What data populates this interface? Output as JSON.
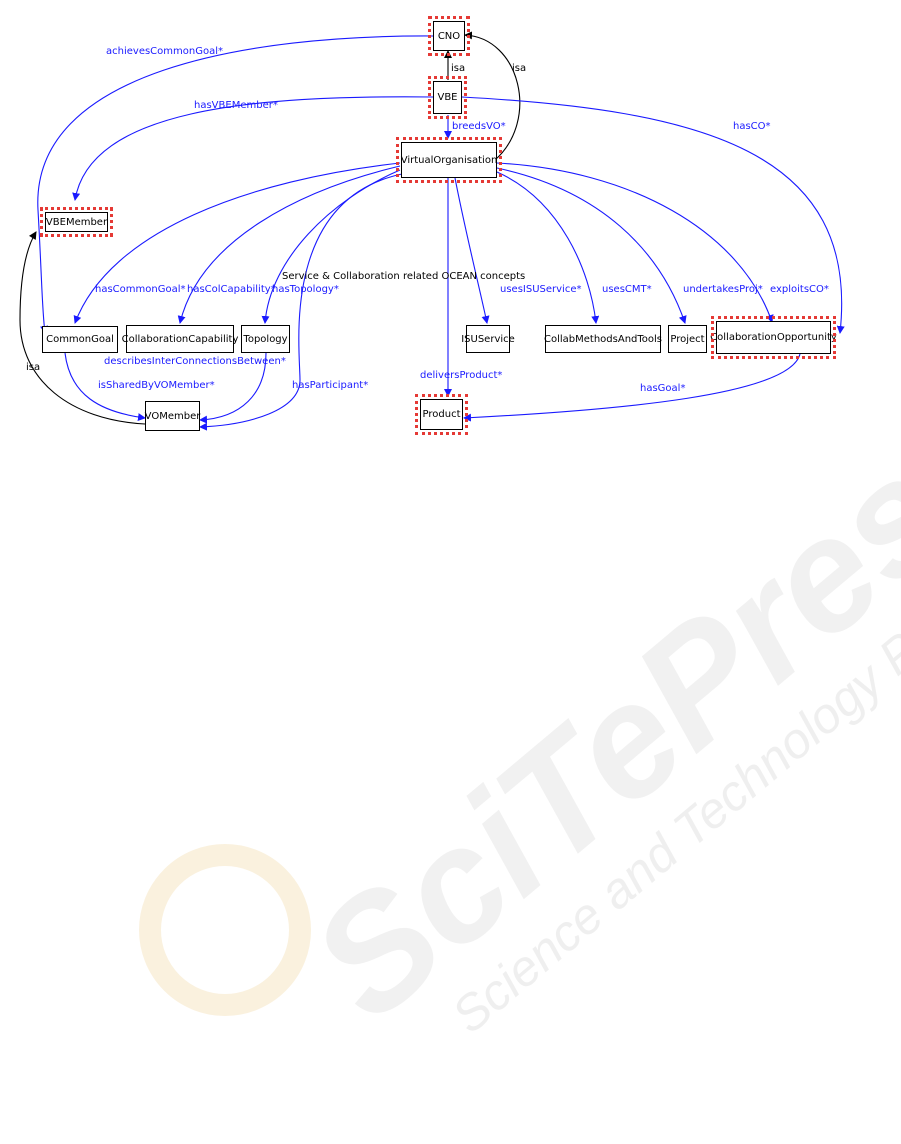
{
  "diagram": {
    "title": "Service & Collaboration related OCEAN concepts",
    "colors": {
      "edge": "#1a1aff",
      "isa_edge": "#000000",
      "highlight": "#e53935"
    },
    "nodes": [
      {
        "id": "cno",
        "label": "CNO",
        "highlighted": true
      },
      {
        "id": "vbe",
        "label": "VBE",
        "highlighted": true
      },
      {
        "id": "vo",
        "label": "VirtualOrganisation",
        "highlighted": true
      },
      {
        "id": "vbemember",
        "label": "VBEMember",
        "highlighted": true
      },
      {
        "id": "commongoal",
        "label": "CommonGoal",
        "highlighted": false
      },
      {
        "id": "collabcap",
        "label": "CollaborationCapability",
        "highlighted": false
      },
      {
        "id": "topology",
        "label": "Topology",
        "highlighted": false
      },
      {
        "id": "isuservice",
        "label": "ISUService",
        "highlighted": false
      },
      {
        "id": "cmt",
        "label": "CollabMethodsAndTools",
        "highlighted": false
      },
      {
        "id": "project",
        "label": "Project",
        "highlighted": false
      },
      {
        "id": "collabopp",
        "label": "CollaborationOpportunity",
        "highlighted": true
      },
      {
        "id": "vomember",
        "label": "VOMember",
        "highlighted": false
      },
      {
        "id": "product",
        "label": "Product",
        "highlighted": true
      }
    ],
    "edges": [
      {
        "id": "e-achieves",
        "from": "cno",
        "to": "commongoal",
        "label": "achievesCommonGoal*",
        "kind": "property"
      },
      {
        "id": "e-isa-vbe-cno",
        "from": "vbe",
        "to": "cno",
        "label": "isa",
        "kind": "isa"
      },
      {
        "id": "e-isa-vo-cno",
        "from": "vo",
        "to": "cno",
        "label": "isa",
        "kind": "isa"
      },
      {
        "id": "e-hasvbemember",
        "from": "vbe",
        "to": "vbemember",
        "label": "hasVBEMember*",
        "kind": "property"
      },
      {
        "id": "e-hasco",
        "from": "vbe",
        "to": "collabopp",
        "label": "hasCO*",
        "kind": "property"
      },
      {
        "id": "e-breedsvo",
        "from": "vbe",
        "to": "vo",
        "label": "breedsVO*",
        "kind": "property"
      },
      {
        "id": "e-hascommongoal",
        "from": "vo",
        "to": "commongoal",
        "label": "hasCommonGoal*",
        "kind": "property"
      },
      {
        "id": "e-hascolcap",
        "from": "vo",
        "to": "collabcap",
        "label": "hasColCapability*",
        "kind": "property"
      },
      {
        "id": "e-hastopology",
        "from": "vo",
        "to": "topology",
        "label": "hasTopology*",
        "kind": "property"
      },
      {
        "id": "e-hasparticipant",
        "from": "vo",
        "to": "vomember",
        "label": "hasParticipant*",
        "kind": "property"
      },
      {
        "id": "e-delivers",
        "from": "vo",
        "to": "product",
        "label": "deliversProduct*",
        "kind": "property"
      },
      {
        "id": "e-usesisu",
        "from": "vo",
        "to": "isuservice",
        "label": "usesISUService*",
        "kind": "property"
      },
      {
        "id": "e-usescmt",
        "from": "vo",
        "to": "cmt",
        "label": "usesCMT*",
        "kind": "property"
      },
      {
        "id": "e-undertakes",
        "from": "vo",
        "to": "project",
        "label": "undertakesProj*",
        "kind": "property"
      },
      {
        "id": "e-exploits",
        "from": "vo",
        "to": "collabopp",
        "label": "exploitsCO*",
        "kind": "property"
      },
      {
        "id": "e-describes",
        "from": "topology",
        "to": "vomember",
        "label": "describesInterConnectionsBetween*",
        "kind": "property"
      },
      {
        "id": "e-isshared",
        "from": "commongoal",
        "to": "vomember",
        "label": "isSharedByVOMember*",
        "kind": "property"
      },
      {
        "id": "e-isa-vom-vbem",
        "from": "vomember",
        "to": "vbemember",
        "label": "isa",
        "kind": "isa"
      },
      {
        "id": "e-hasgoal",
        "from": "collabopp",
        "to": "product",
        "label": "hasGoal*",
        "kind": "property"
      }
    ]
  },
  "watermark": {
    "line1": "SciTePress",
    "line2": "Science and Technology Publications"
  }
}
